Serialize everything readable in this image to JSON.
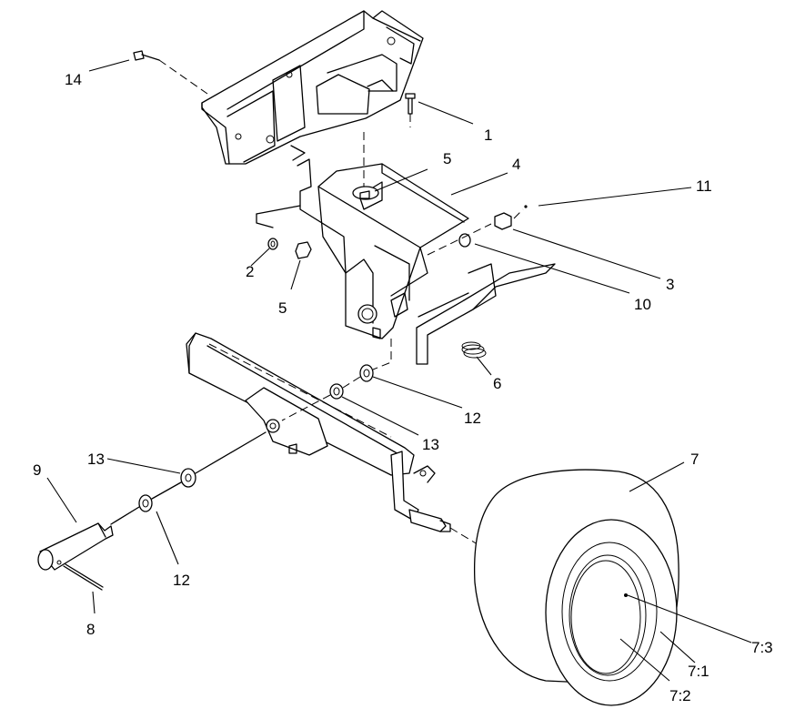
{
  "callouts": [
    {
      "id": "c14",
      "text": "14"
    },
    {
      "id": "c1",
      "text": "1"
    },
    {
      "id": "c5a",
      "text": "5"
    },
    {
      "id": "c4",
      "text": "4"
    },
    {
      "id": "c11",
      "text": "11"
    },
    {
      "id": "c3",
      "text": "3"
    },
    {
      "id": "c10",
      "text": "10"
    },
    {
      "id": "c2",
      "text": "2"
    },
    {
      "id": "c5b",
      "text": "5"
    },
    {
      "id": "c6",
      "text": "6"
    },
    {
      "id": "c12a",
      "text": "12"
    },
    {
      "id": "c13a",
      "text": "13"
    },
    {
      "id": "c7",
      "text": "7"
    },
    {
      "id": "c9",
      "text": "9"
    },
    {
      "id": "c13b",
      "text": "13"
    },
    {
      "id": "c12b",
      "text": "12"
    },
    {
      "id": "c8",
      "text": "8"
    },
    {
      "id": "c73",
      "text": "7:3"
    },
    {
      "id": "c71",
      "text": "7:1"
    },
    {
      "id": "c72",
      "text": "7:2"
    }
  ]
}
